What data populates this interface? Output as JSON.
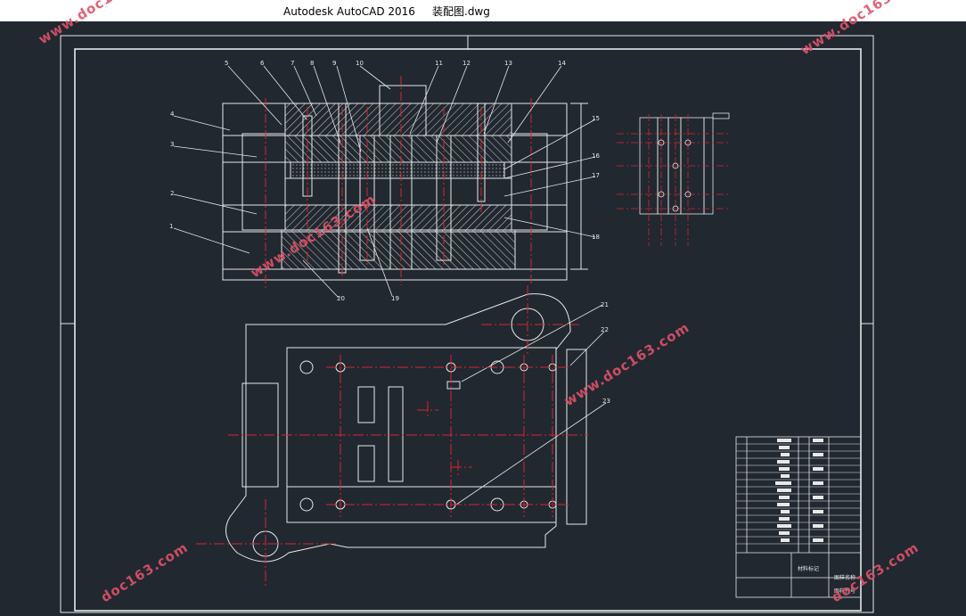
{
  "window": {
    "app_name": "Autodesk AutoCAD 2016",
    "file_name": "装配图.dwg"
  },
  "drawing": {
    "part_numbers": [
      "1",
      "2",
      "3",
      "4",
      "5",
      "6",
      "7",
      "8",
      "9",
      "10",
      "11",
      "12",
      "13",
      "14",
      "15",
      "16",
      "17",
      "18",
      "19",
      "20",
      "21",
      "22",
      "23"
    ],
    "title_block": {
      "cell_a": "材料标记",
      "cell_b": "图样名称",
      "cell_c": "图样代号"
    }
  },
  "watermark": {
    "text": "www.doc163.com",
    "short_text": "doc163.com"
  },
  "colors": {
    "background": "#212830",
    "line_white": "#e8e8e8",
    "center_red": "#d8262c",
    "watermark": "#e0526a"
  }
}
